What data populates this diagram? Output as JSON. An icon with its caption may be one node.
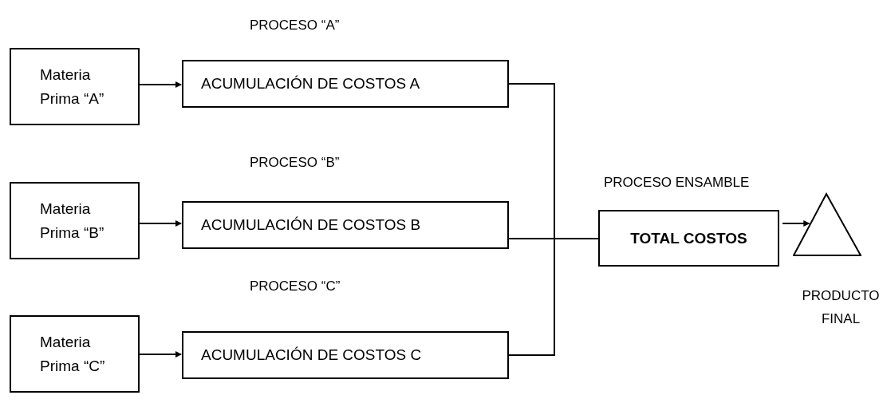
{
  "diagram": {
    "nodes": [
      {
        "text": [
          "Materia Prima “A”"
        ]
      },
      {
        "text": [
          "ACUMULACIÓN DE COSTOS A"
        ],
        "beside": [
          "PROCESO “A”"
        ]
      },
      {
        "text": [
          "Materia Prima “B”"
        ]
      },
      {
        "text": [
          "ACUMULACIÓN DE COSTOS B"
        ],
        "beside": [
          "PROCESO “B”"
        ]
      },
      {
        "text": [
          "Materia Prima “C”"
        ]
      },
      {
        "text": [
          "ACUMULACIÓN DE COSTOS C"
        ],
        "beside": [
          "PROCESO “C”"
        ]
      },
      {
        "text": [
          "TOTAL COSTOS"
        ],
        "beside": [
          "PROCESO ENSAMBLE"
        ]
      },
      {
        "text": [],
        "shape": "triangle",
        "beside": [
          "PRODUCTO FINAL"
        ]
      }
    ],
    "edges": [
      {
        "from": 0,
        "to": 1,
        "arrow": "to"
      },
      {
        "from": 2,
        "to": 3,
        "arrow": "to"
      },
      {
        "from": 4,
        "to": 5,
        "arrow": "to"
      },
      {
        "from": 1,
        "to": 6,
        "arrow": "none"
      },
      {
        "from": 3,
        "to": 6,
        "arrow": "none"
      },
      {
        "from": 5,
        "to": 6,
        "arrow": "none"
      },
      {
        "from": 6,
        "to": 7,
        "arrow": "to"
      }
    ]
  }
}
